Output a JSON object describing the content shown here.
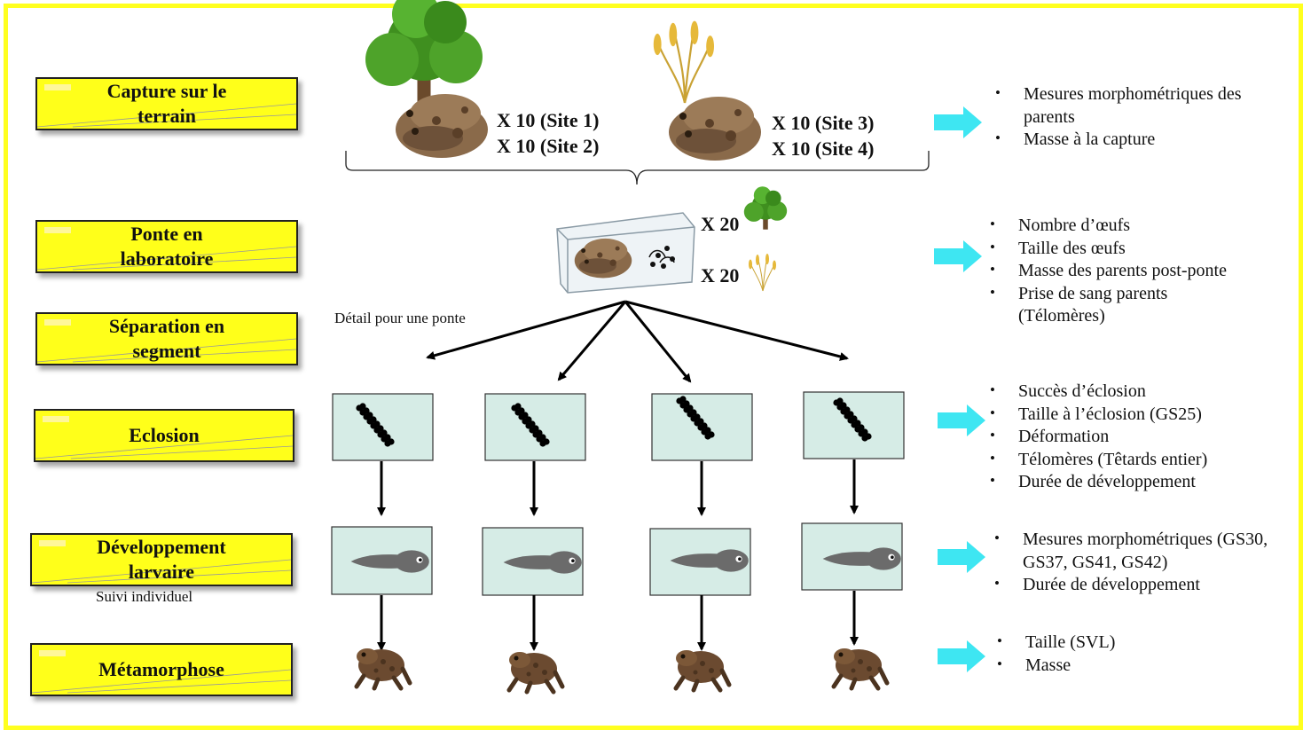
{
  "steps": {
    "capture": {
      "line1": "Capture sur le",
      "line2": "terrain"
    },
    "ponte": {
      "line1": "Ponte en",
      "line2": "laboratoire"
    },
    "separation": {
      "line1": "Séparation en",
      "line2": "segment"
    },
    "eclosion": {
      "line1": "Eclosion"
    },
    "developpement": {
      "line1": "Développement",
      "line2": "larvaire",
      "note": "Suivi individuel"
    },
    "metamorphose": {
      "line1": "Métamorphose"
    }
  },
  "capture_counts": {
    "site1": "X 10  (Site 1)",
    "site2": "X 10  (Site 2)",
    "site3": "X 10  (Site 3)",
    "site4": "X 10  (Site 4)"
  },
  "lab_counts": {
    "forest": "X 20",
    "field": "X 20"
  },
  "detail_label": "Détail pour une ponte",
  "measures": {
    "capture": [
      "Mesures morphométriques des parents",
      "Masse à la capture"
    ],
    "ponte": [
      "Nombre d’œufs",
      "Taille des œufs",
      "Masse des parents post-ponte",
      "Prise de sang parents (Télomères)"
    ],
    "eclosion": [
      "Succès d’éclosion",
      "Taille à l’éclosion (GS25)",
      "Déformation",
      "Télomères (Têtards entier)",
      "Durée de développement"
    ],
    "developpement": [
      "Mesures morphométriques (GS30, GS37, GS41, GS42)",
      "Durée de développement"
    ],
    "metamorphose": [
      "Taille (SVL)",
      "Masse"
    ]
  },
  "colors": {
    "frame": "#ffff1f",
    "step_box": "#ffff1a",
    "arrow": "#3ee6f2",
    "tank": "#d6ece6",
    "tadpole": "#6b6b6b"
  }
}
